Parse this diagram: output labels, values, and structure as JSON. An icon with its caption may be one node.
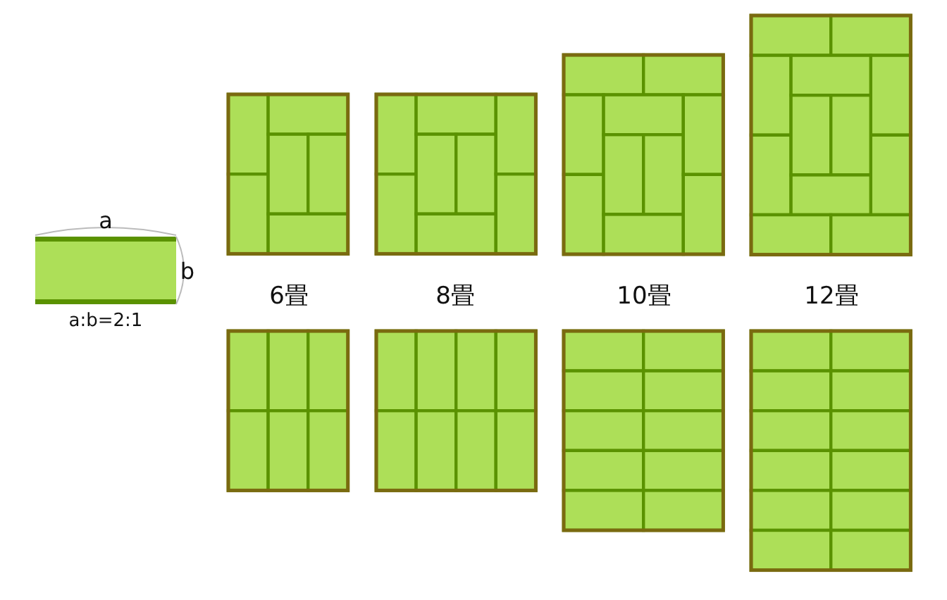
{
  "diagram": {
    "labels": [
      "a",
      "b",
      "a:b=2:1",
      "6畳",
      "8畳",
      "10畳",
      "12畳"
    ]
  }
}
